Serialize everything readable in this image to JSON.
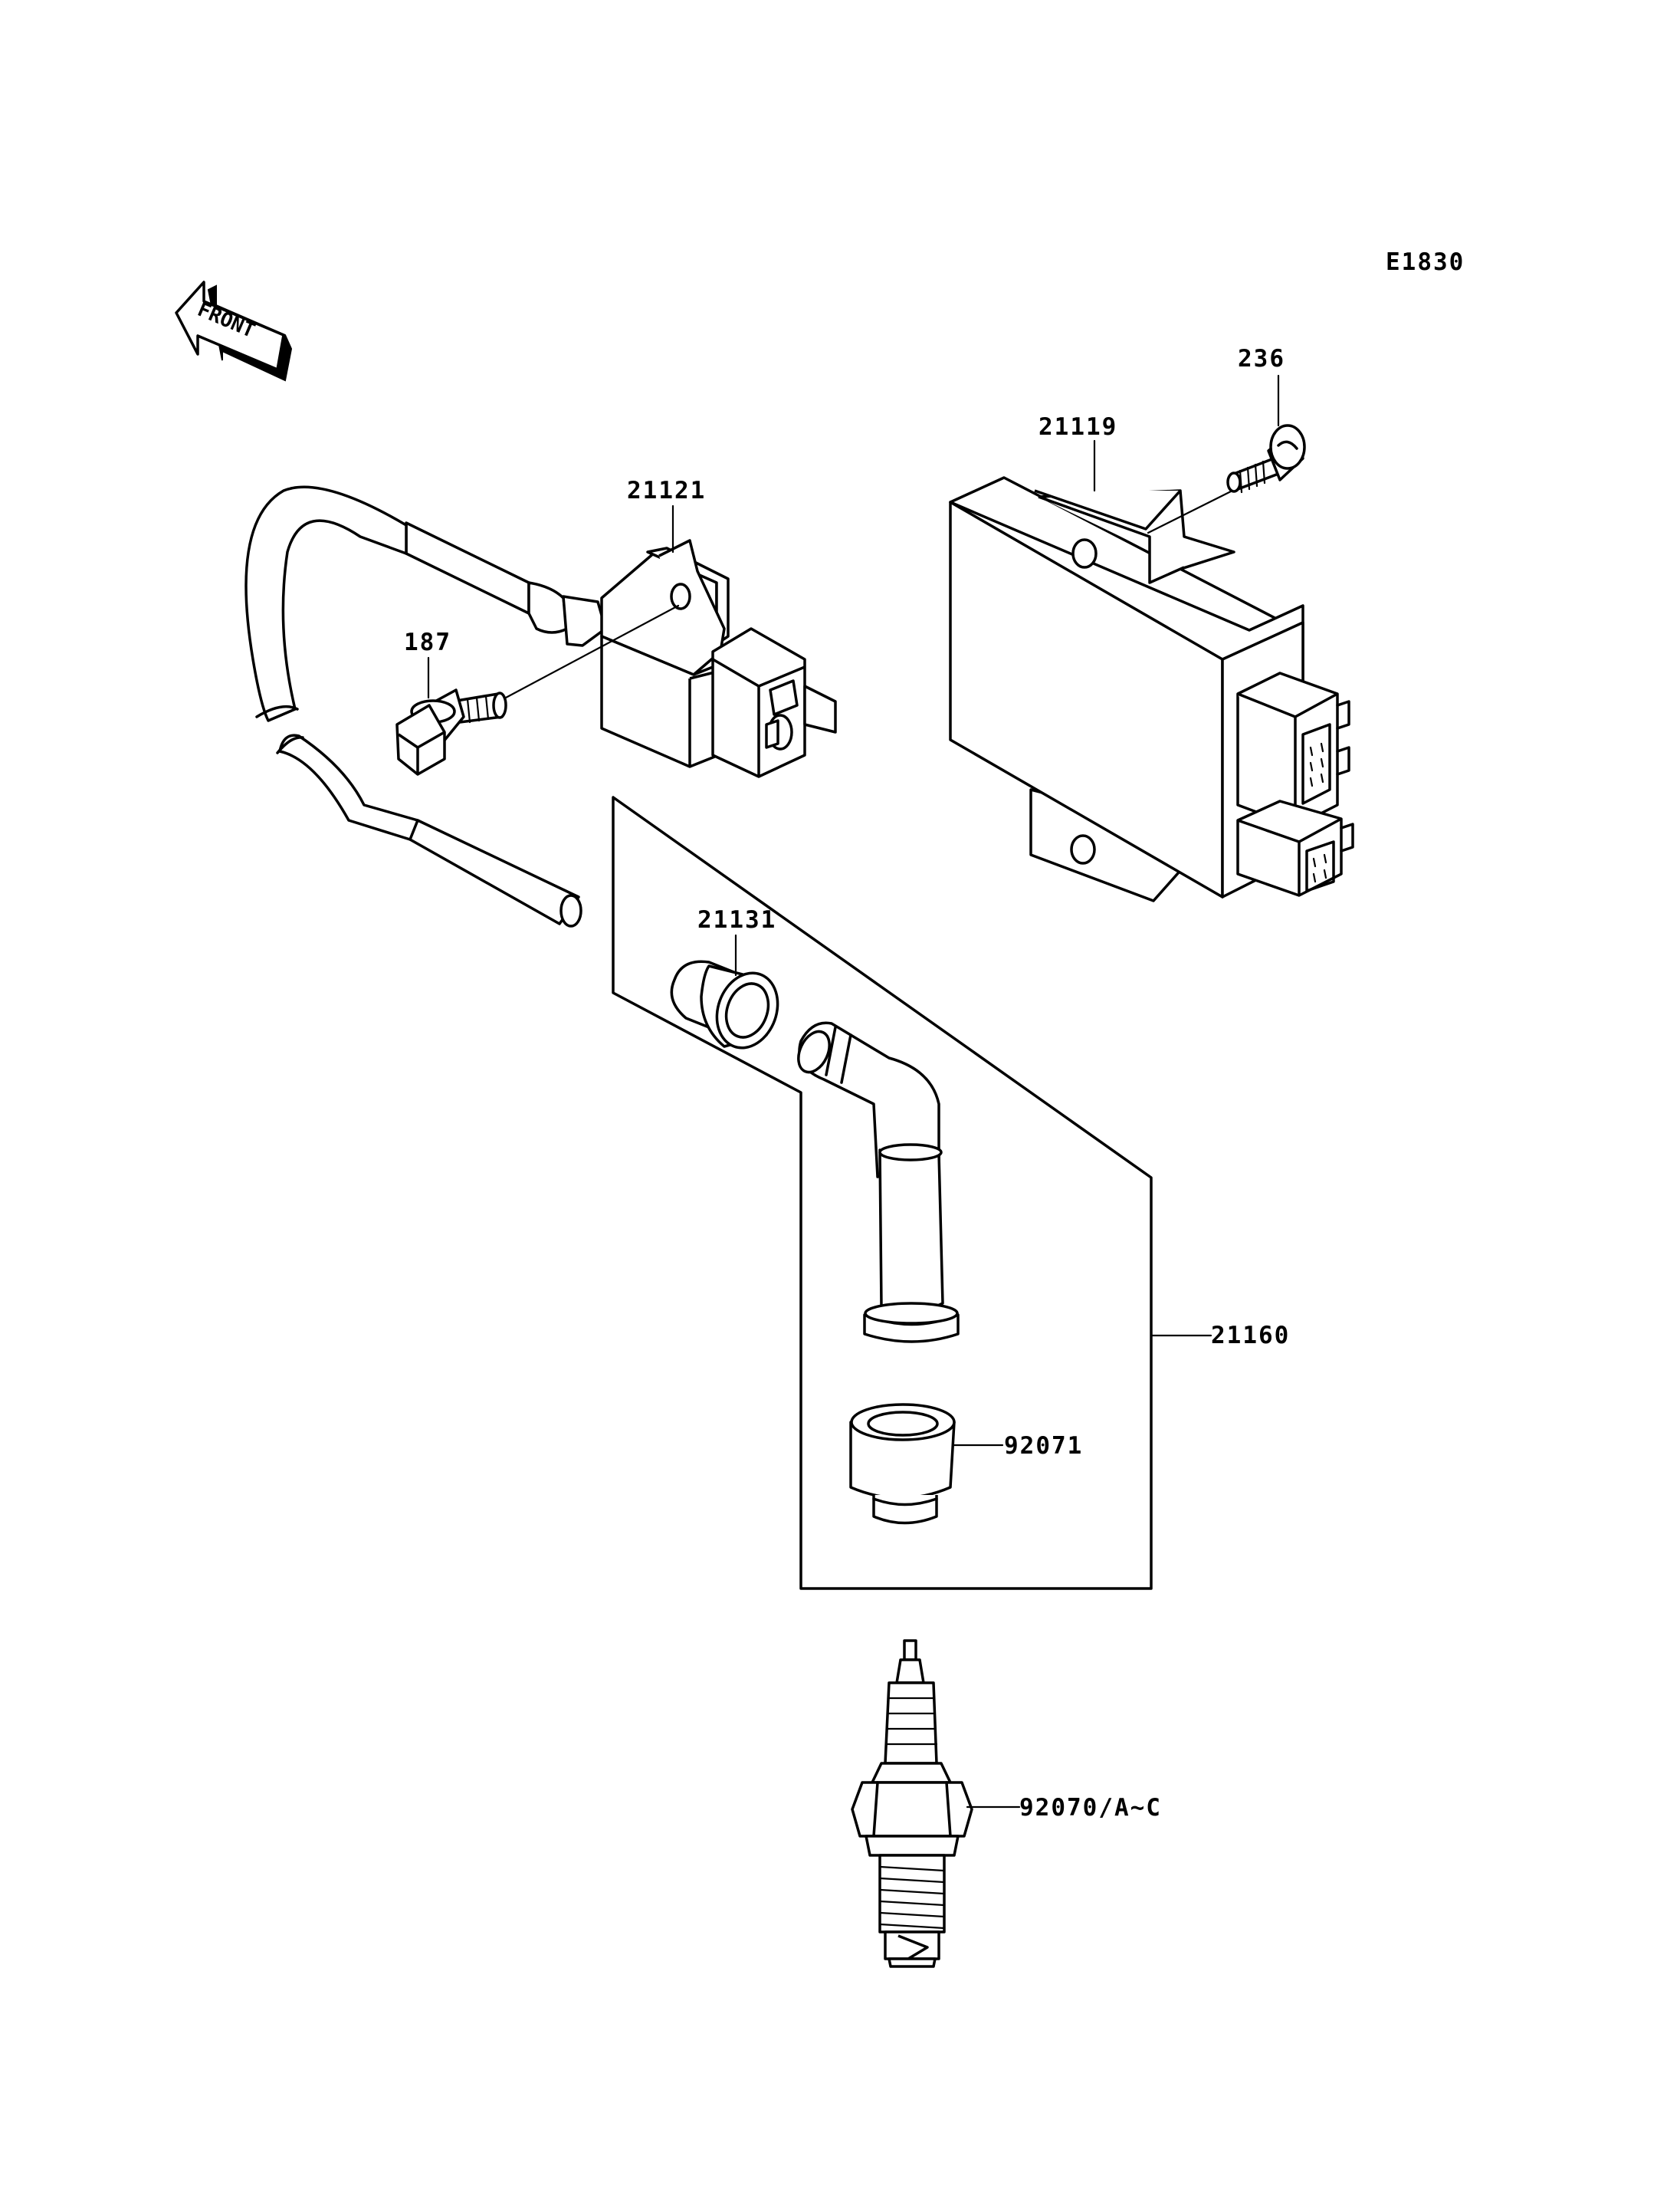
{
  "diagram_code": "E1830",
  "direction_indicator": {
    "label": "FRONT",
    "icon": "front-arrow-icon"
  },
  "parts": {
    "screw": "236",
    "igniter": "21119",
    "ignition_coil": "21121",
    "bolt": "187",
    "cap_seal": "21131",
    "plug_cap_assembly": "21160",
    "plug_cap_boot": "92071",
    "spark_plug": "92070/A~C"
  }
}
